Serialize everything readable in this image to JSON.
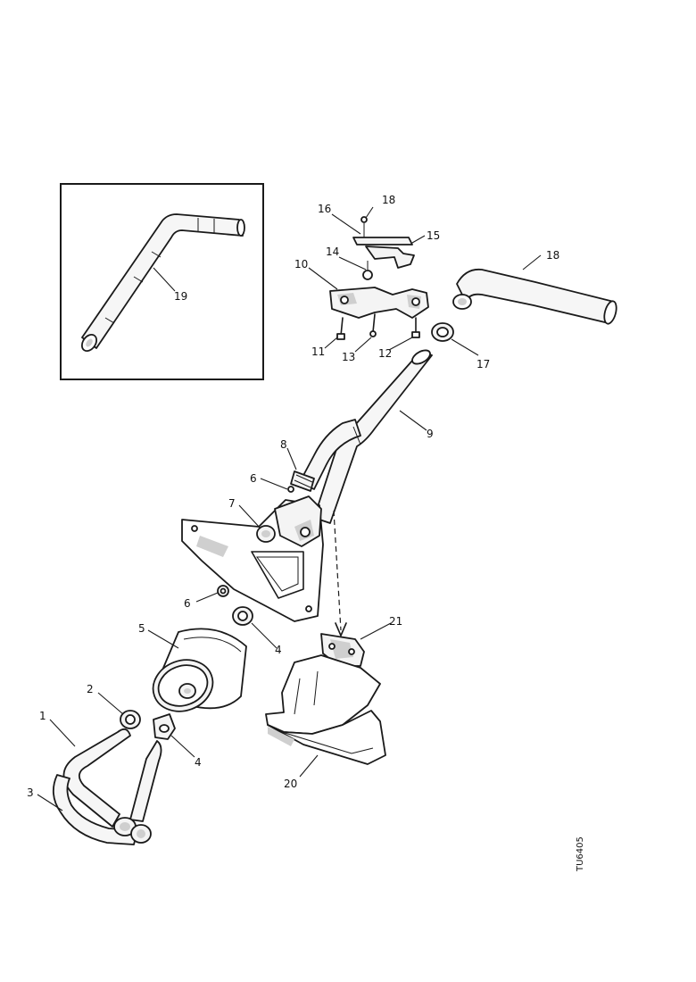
{
  "diagram": {
    "labels": [
      {
        "id": "1",
        "text": "1"
      },
      {
        "id": "2",
        "text": "2"
      },
      {
        "id": "3",
        "text": "3"
      },
      {
        "id": "4a",
        "text": "4"
      },
      {
        "id": "4b",
        "text": "4"
      },
      {
        "id": "5",
        "text": "5"
      },
      {
        "id": "6a",
        "text": "6"
      },
      {
        "id": "6b",
        "text": "6"
      },
      {
        "id": "7",
        "text": "7"
      },
      {
        "id": "8",
        "text": "8"
      },
      {
        "id": "9",
        "text": "9"
      },
      {
        "id": "10",
        "text": "10"
      },
      {
        "id": "11",
        "text": "11"
      },
      {
        "id": "12",
        "text": "12"
      },
      {
        "id": "13",
        "text": "13"
      },
      {
        "id": "14",
        "text": "14"
      },
      {
        "id": "15",
        "text": "15"
      },
      {
        "id": "16",
        "text": "16"
      },
      {
        "id": "17",
        "text": "17"
      },
      {
        "id": "18",
        "text": "18"
      },
      {
        "id": "19",
        "text": "19"
      },
      {
        "id": "20",
        "text": "20"
      },
      {
        "id": "21",
        "text": "21"
      },
      {
        "id": "22",
        "text": "18"
      }
    ],
    "reference_code": "TU6405"
  }
}
